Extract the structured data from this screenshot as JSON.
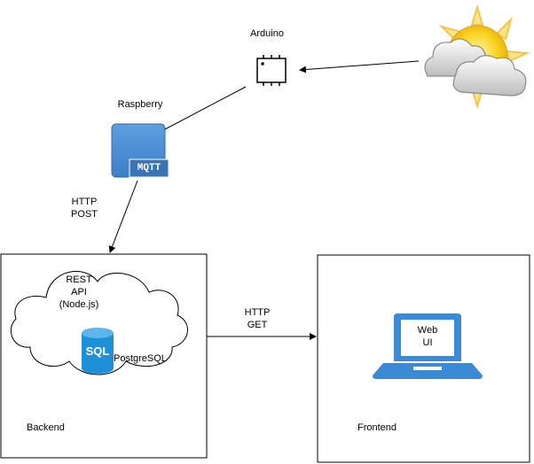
{
  "nodes": {
    "arduino": {
      "label": "Arduino"
    },
    "raspberry": {
      "label": "Raspberry",
      "badge": "MQTT"
    },
    "backend": {
      "label": "Backend",
      "rest_api": {
        "line1": "REST",
        "line2": "API",
        "line3": "(Node.js)"
      },
      "db": {
        "icon_text": "SQL",
        "label": "PostgreSQL"
      }
    },
    "frontend": {
      "label": "Frontend",
      "screen": {
        "line1": "Web",
        "line2": "UI"
      }
    },
    "weather": {
      "icon": "sun-behind-clouds-icon"
    }
  },
  "edges": {
    "raspberry_to_backend": {
      "line1": "HTTP",
      "line2": "POST"
    },
    "backend_to_frontend": {
      "line1": "HTTP",
      "line2": "GET"
    }
  },
  "colors": {
    "mqtt_blue": "#4a8fd6",
    "mqtt_badge": "#3a74b5",
    "sql_blue": "#1e90d8",
    "laptop_blue": "#3b8ad6",
    "sun_yellow": "#f5c518",
    "cloud_gray": "#c8c8c8"
  }
}
